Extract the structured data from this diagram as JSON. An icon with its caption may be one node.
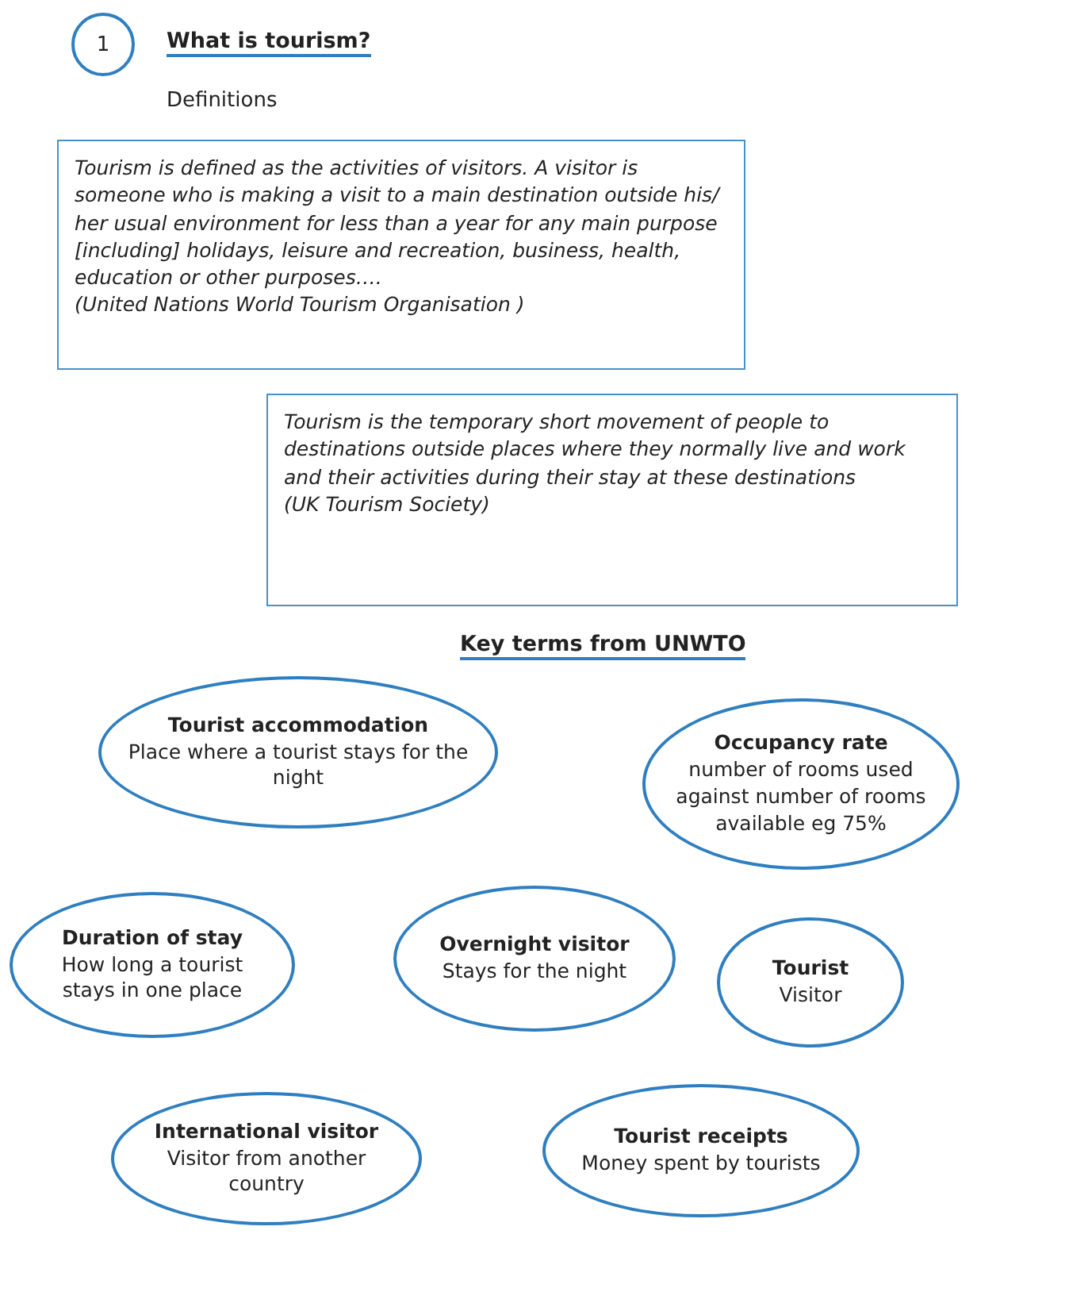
{
  "diagram": {
    "title": "What is tourism?",
    "nodes": [
      {
        "text": [
          "1"
        ]
      },
      {
        "text": [
          "Tourism is defined as the activities of visitors.  A visitor is someone who is making a visit to a main destination outside his/ her usual environment for less than a year for any main purpose [including] holidays, leisure and recreation, business, health, education or other purposes….",
          "(United Nations World Tourism Organisation )"
        ]
      },
      {
        "text": [
          "Tourism is the temporary short movement of people to destinations outside places where they normally live and work and their activities during their stay at these destinations",
          "(UK Tourism Society)"
        ]
      },
      {
        "text": [
          "Tourist accommodation",
          "Place where a tourist stays for the night"
        ]
      },
      {
        "text": [
          "Occupancy rate",
          "number of rooms used against number of rooms available eg 75%"
        ]
      },
      {
        "text": [
          "Duration of stay",
          "How long a tourist stays in one place"
        ]
      },
      {
        "text": [
          "Overnight visitor",
          "Stays for the night"
        ]
      },
      {
        "text": [
          "Tourist",
          "Visitor"
        ]
      },
      {
        "text": [
          "International visitor",
          "Visitor from another country"
        ]
      },
      {
        "text": [
          "Tourist receipts",
          "Money spent by tourists"
        ]
      }
    ],
    "edges": [],
    "labels": [
      "Definitions",
      "Key terms from UNWTO"
    ]
  }
}
